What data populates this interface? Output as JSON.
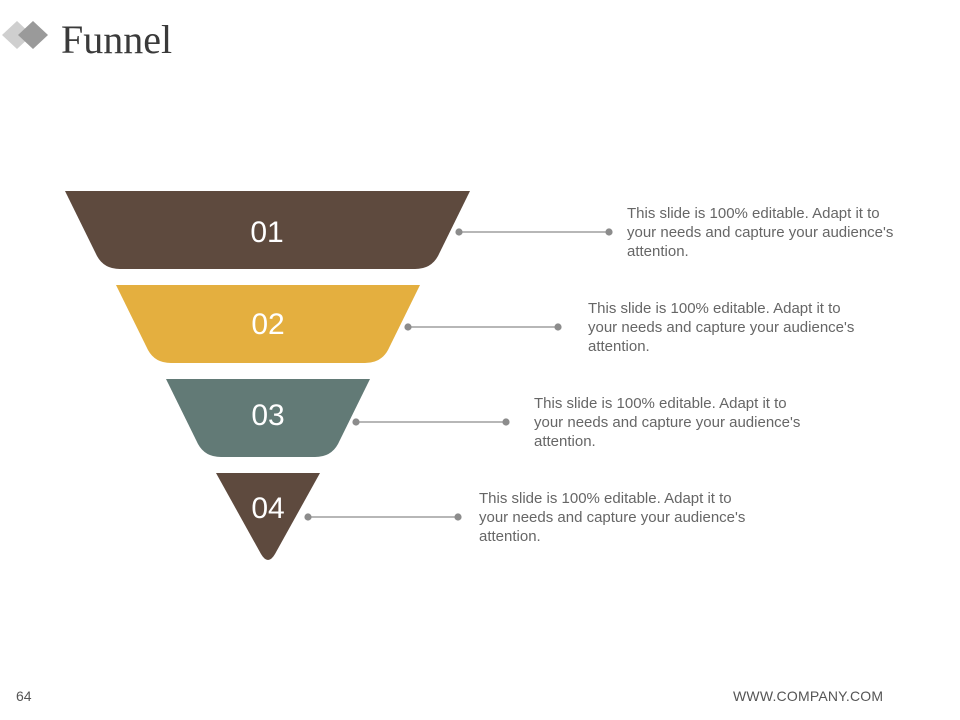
{
  "title": "Funnel",
  "stages": [
    {
      "number": "01",
      "color": "#5e4a3e",
      "text": "This slide is 100% editable. Adapt it to your needs and capture your audience's attention."
    },
    {
      "number": "02",
      "color": "#e4af3f",
      "text": "This slide is 100% editable. Adapt it to your needs and capture your audience's attention."
    },
    {
      "number": "03",
      "color": "#627a76",
      "text": "This slide is 100% editable. Adapt it to your needs and capture your audience's attention."
    },
    {
      "number": "04",
      "color": "#5e4a3e",
      "text": "This slide is 100% editable. Adapt it to your needs and capture your audience's attention."
    }
  ],
  "footer": {
    "page_number": "64",
    "url": "WWW.COMPANY.COM"
  },
  "icons": {
    "logo": "diamonds-icon"
  },
  "colors": {
    "connector": "#8c8c8c",
    "text": "#666666"
  }
}
